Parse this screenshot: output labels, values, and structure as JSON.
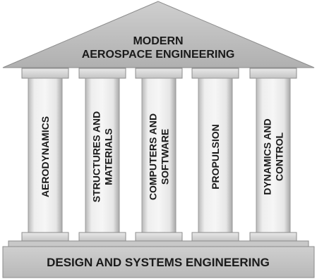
{
  "roof": {
    "line1": "MODERN",
    "line2": "AEROSPACE ENGINEERING"
  },
  "pillars": [
    {
      "lines": [
        "AERODYNAMICS"
      ]
    },
    {
      "lines": [
        "STRUCTURES AND",
        "MATERIALS"
      ]
    },
    {
      "lines": [
        "COMPUTERS AND",
        "SOFTWARE"
      ]
    },
    {
      "lines": [
        "PROPULSION"
      ]
    },
    {
      "lines": [
        "DYNAMICS AND",
        "CONTROL"
      ]
    }
  ],
  "base": {
    "label": "DESIGN AND SYSTEMS ENGINEERING"
  }
}
